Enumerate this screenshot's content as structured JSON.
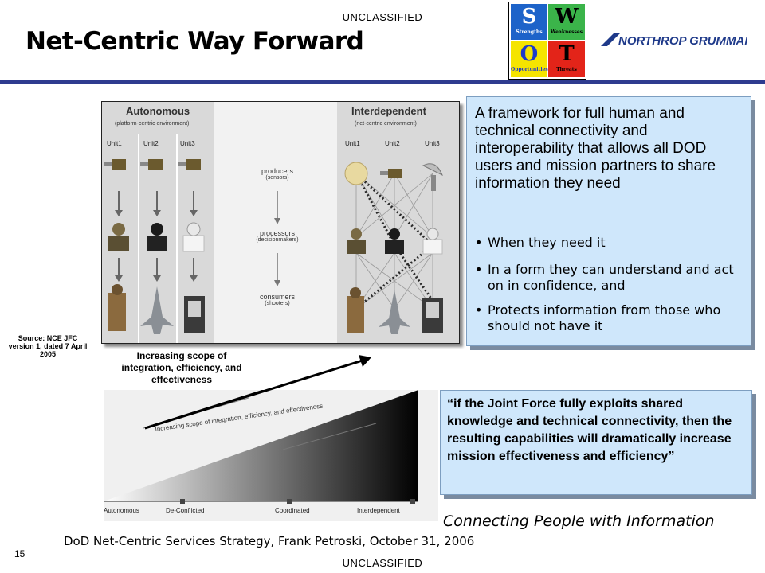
{
  "classification": "UNCLASSIFIED",
  "title": "Net-Centric Way Forward",
  "swot": {
    "strengths": {
      "letter": "S",
      "label": "Strengths"
    },
    "weaknesses": {
      "letter": "W",
      "label": "Weaknesses"
    },
    "opportunities": {
      "letter": "O",
      "label": "Opportunities"
    },
    "threats": {
      "letter": "T",
      "label": "Threats"
    }
  },
  "logo": {
    "text": "NORTHROP GRUMMAN"
  },
  "diagram": {
    "autonomous": {
      "title": "Autonomous",
      "subtitle": "(platform-centric environment)"
    },
    "interdependent": {
      "title": "Interdependent",
      "subtitle": "(net-centric environment)"
    },
    "units": [
      "Unit1",
      "Unit2",
      "Unit3"
    ],
    "roles": [
      {
        "name": "producers",
        "detail": "(sensors)"
      },
      {
        "name": "processors",
        "detail": "(decisionmakers)"
      },
      {
        "name": "consumers",
        "detail": "(shooters)"
      }
    ]
  },
  "source_note": "Source: NCE JFC version 1, dated 7 April 2005",
  "framework": {
    "lead": "A framework for full human and technical connectivity and interoperability that allows all DOD users and mission partners to share information they need",
    "bullets": [
      "When they need it",
      "In a form they can understand and act on in confidence, and",
      "Protects information from those who should not have it"
    ]
  },
  "scope_title": "Increasing scope of integration, efficiency, and effectiveness",
  "spectrum": {
    "inner_label": "Increasing scope of integration, efficiency, and effectiveness",
    "stages": [
      "Autonomous",
      "De-Conflicted",
      "Coordinated",
      "Interdependent"
    ]
  },
  "quote": "“if the Joint Force fully exploits shared knowledge and technical connectivity, then the resulting capabilities will dramatically increase mission effectiveness and efficiency”",
  "tagline": "Connecting People with Information",
  "footer": "DoD Net-Centric Services Strategy, Frank Petroski, October 31, 2006",
  "page_number": "15",
  "colors": {
    "rule": "#2e3b8f",
    "box_fill": "#cfe7fb",
    "swot_s": "#1d63c9",
    "swot_w": "#3bb44a",
    "swot_o": "#f5e400",
    "swot_t": "#e32419",
    "logo": "#1f3a8a"
  }
}
